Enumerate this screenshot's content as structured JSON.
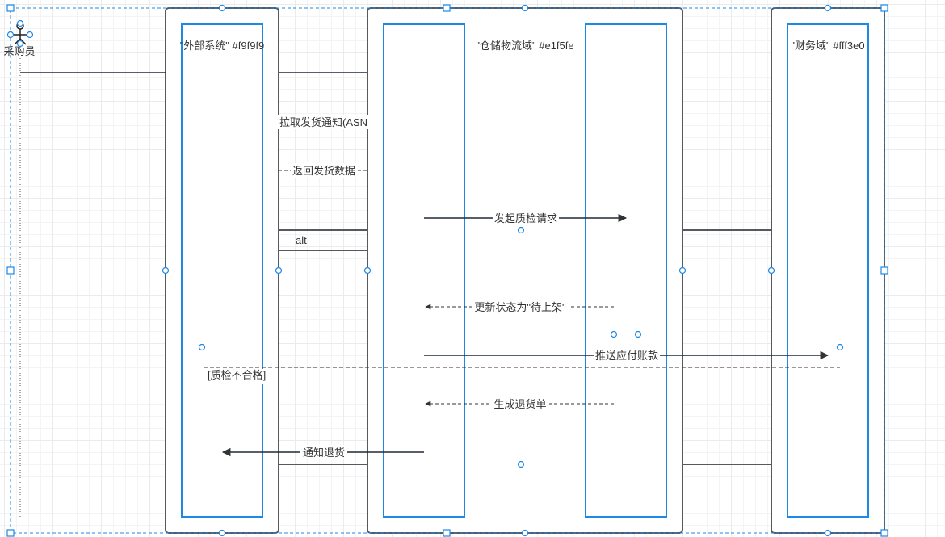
{
  "diagram": {
    "type": "sequence-diagram",
    "actor": {
      "label": "采购员",
      "icon": "stick-figure-icon"
    },
    "participants": [
      {
        "id": "external",
        "label": "\"外部系统\" #f9f9f9"
      },
      {
        "id": "warehouse",
        "label": "\"仓储物流域\" #e1f5fe"
      },
      {
        "id": "finance",
        "label": "\"财务域\" #fff3e0"
      }
    ],
    "messages": [
      {
        "label": "拉取发货通知(ASN",
        "style": "solid"
      },
      {
        "label": "返回发货数据",
        "style": "dashed"
      },
      {
        "label": "发起质检请求",
        "style": "solid"
      },
      {
        "label": "更新状态为\"待上架\"",
        "style": "dashed"
      },
      {
        "label": "推送应付账款",
        "style": "solid"
      },
      {
        "label": "生成退货单",
        "style": "dashed"
      },
      {
        "label": "通知退货",
        "style": "solid"
      }
    ],
    "fragment": {
      "keyword": "alt",
      "else_guard": "[质检不合格]"
    }
  },
  "colors": {
    "box_border": "#555a60",
    "lifeline_blue": "#1e88e5",
    "selection": "#1e88e5",
    "line": "#1f2a38"
  }
}
